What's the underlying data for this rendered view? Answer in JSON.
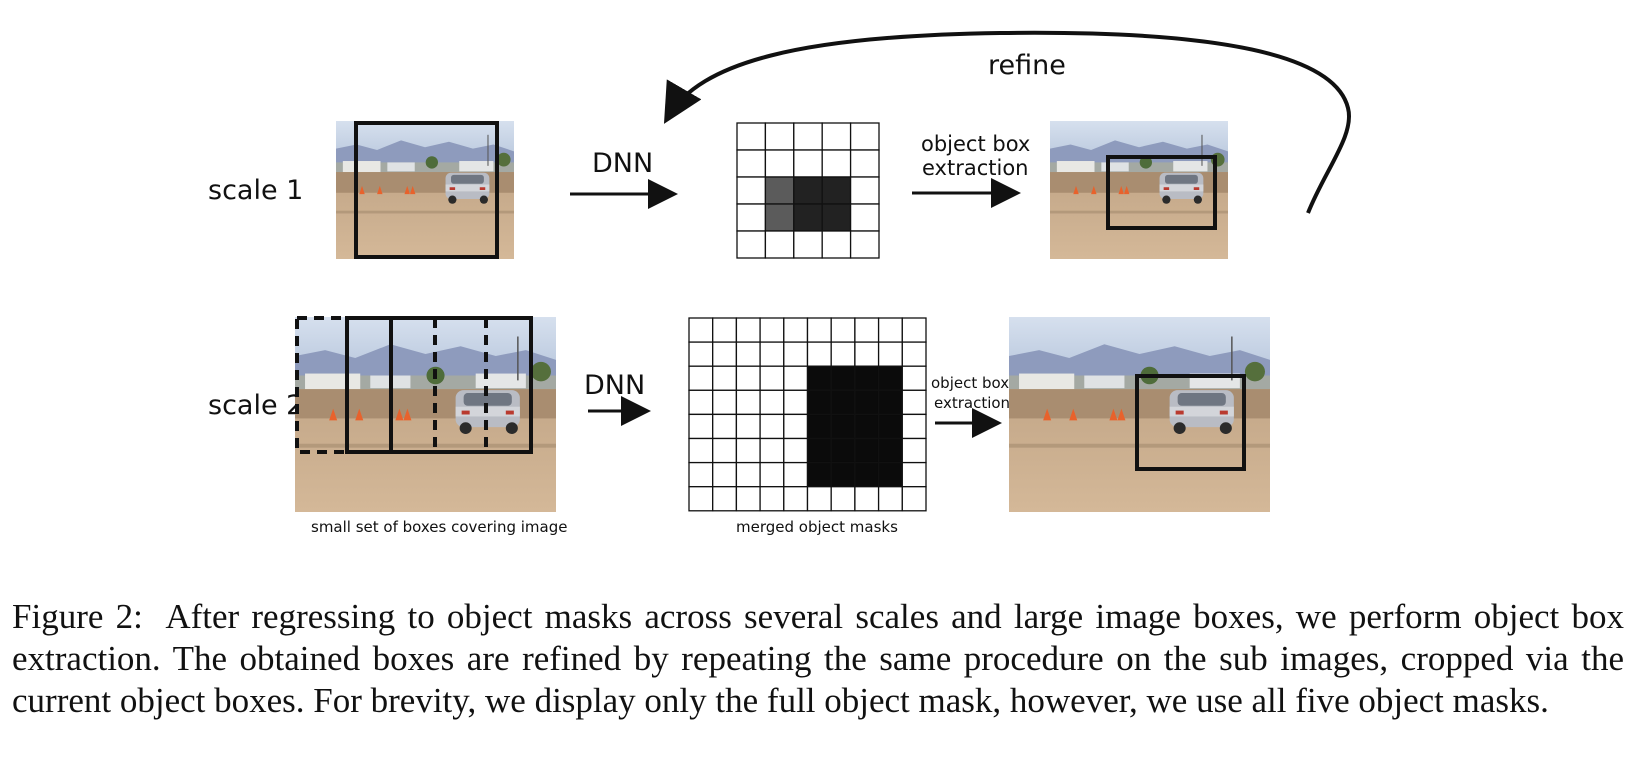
{
  "figure": {
    "refine_label": "refine",
    "row1": {
      "scale_label": "scale 1",
      "arrow_label": "DNN",
      "extraction_label_line1": "object box",
      "extraction_label_line2": "extraction"
    },
    "row2": {
      "scale_label": "scale 2",
      "arrow_label": "DNN",
      "extraction_label_line1": "object box",
      "extraction_label_line2": "extraction",
      "boxes_caption": "small set of boxes covering image",
      "masks_caption": "merged object masks"
    },
    "photo_colors": {
      "sky": "#c9d6e6",
      "mountains": "#8e9bbd",
      "ground": "#c6a887",
      "car": "#b9bcc4",
      "cones": "#e8622c"
    }
  },
  "caption": {
    "label": "Figure 2:",
    "text": "After regressing to object masks across several scales and large image boxes, we perform object box extraction. The obtained boxes are refined by repeating the same procedure on the sub images, cropped via the current object boxes. For brevity, we display only the full object mask, however, we use all five object masks."
  }
}
